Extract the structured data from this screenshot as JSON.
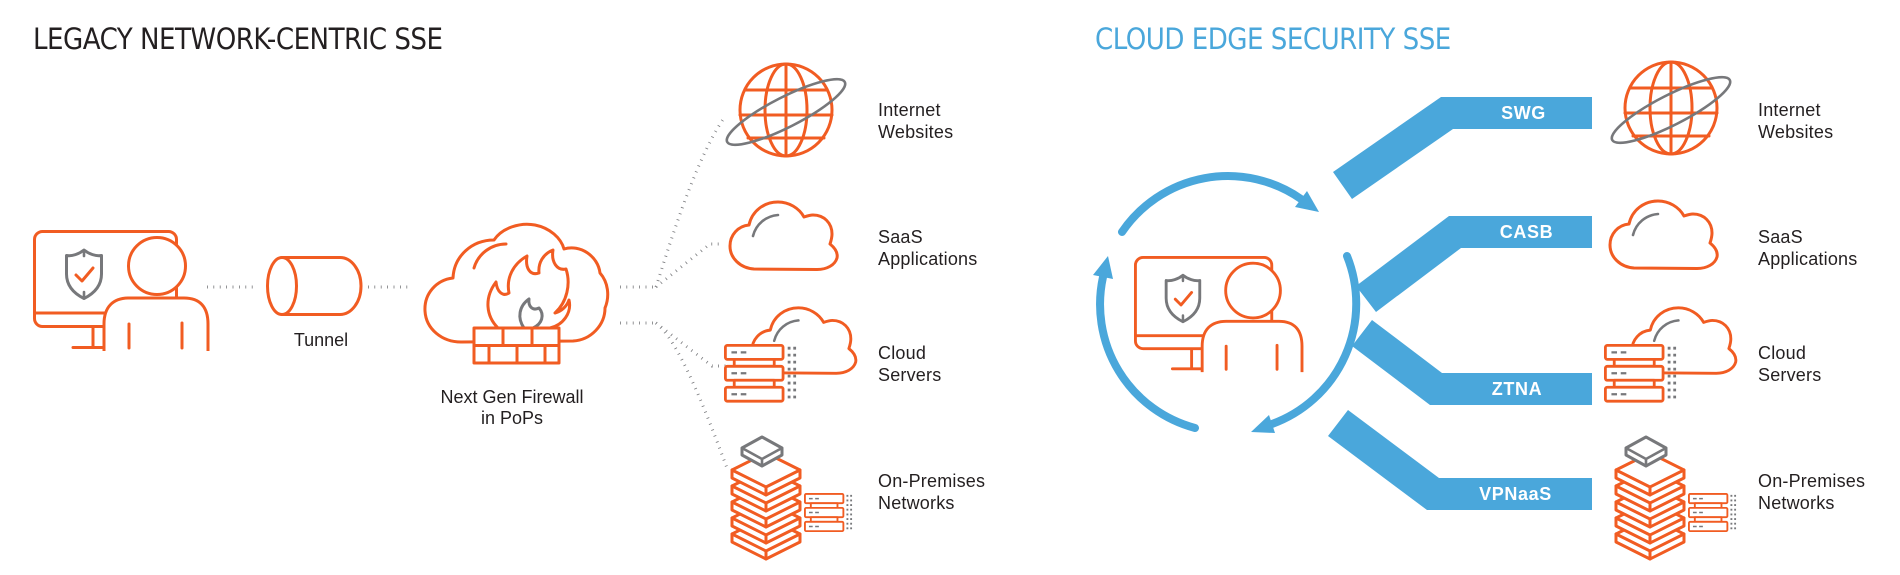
{
  "colors": {
    "orange": "#F15C22",
    "gray": "#77787B",
    "blue": "#4AA7DB",
    "text": "#231F20",
    "ribbon_text": "#FFFFFF"
  },
  "left_panel": {
    "title": "LEGACY NETWORK-CENTRIC SSE",
    "user_icon": "user-at-computer-with-shield",
    "tunnel_label": "Tunnel",
    "firewall_label": {
      "line1": "Next Gen Firewall",
      "line2": "in PoPs"
    },
    "connector_style": "gray-dotted",
    "destinations": [
      {
        "line1": "Internet",
        "line2": "Websites",
        "icon": "globe-with-orbit"
      },
      {
        "line1": "SaaS",
        "line2": "Applications",
        "icon": "cloud"
      },
      {
        "line1": "Cloud",
        "line2": "Servers",
        "icon": "server-rack-with-cloud"
      },
      {
        "line1": "On-Premises",
        "line2": "Networks",
        "icon": "isometric-stack-with-rack"
      }
    ]
  },
  "right_panel": {
    "title": "CLOUD EDGE SECURITY SSE",
    "user_icon": "user-at-computer-with-shield-in-cycle-arrows",
    "services": [
      {
        "label": "SWG"
      },
      {
        "label": "CASB"
      },
      {
        "label": "ZTNA"
      },
      {
        "label": "VPNaaS"
      }
    ],
    "destinations": [
      {
        "line1": "Internet",
        "line2": "Websites",
        "icon": "globe-with-orbit"
      },
      {
        "line1": "SaaS",
        "line2": "Applications",
        "icon": "cloud"
      },
      {
        "line1": "Cloud",
        "line2": "Servers",
        "icon": "server-rack-with-cloud"
      },
      {
        "line1": "On-Premises",
        "line2": "Networks",
        "icon": "isometric-stack-with-rack"
      }
    ]
  }
}
